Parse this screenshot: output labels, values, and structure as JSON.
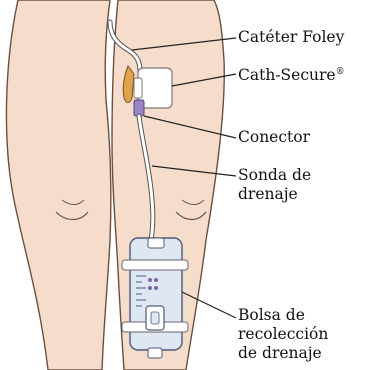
{
  "diagram": {
    "labels": {
      "catheter": "Catéter Foley",
      "securement": "Cath-Secure",
      "securement_mark": "®",
      "connector": "Conector",
      "tube_line1": "Sonda de",
      "tube_line2": "drenaje",
      "bag_line1": "Bolsa de",
      "bag_line2": "recolección",
      "bag_line3": "de drenaje"
    },
    "colors": {
      "skin": "#f6ddcb",
      "skin_outline": "#6b5040",
      "tube": "#ffffff",
      "tube_outline": "#555555",
      "connector": "#9a86c4",
      "catheter_tip": "#e0a24a",
      "bag": "#dfe7f3",
      "strap": "#ffffff",
      "leader": "#222222"
    }
  }
}
